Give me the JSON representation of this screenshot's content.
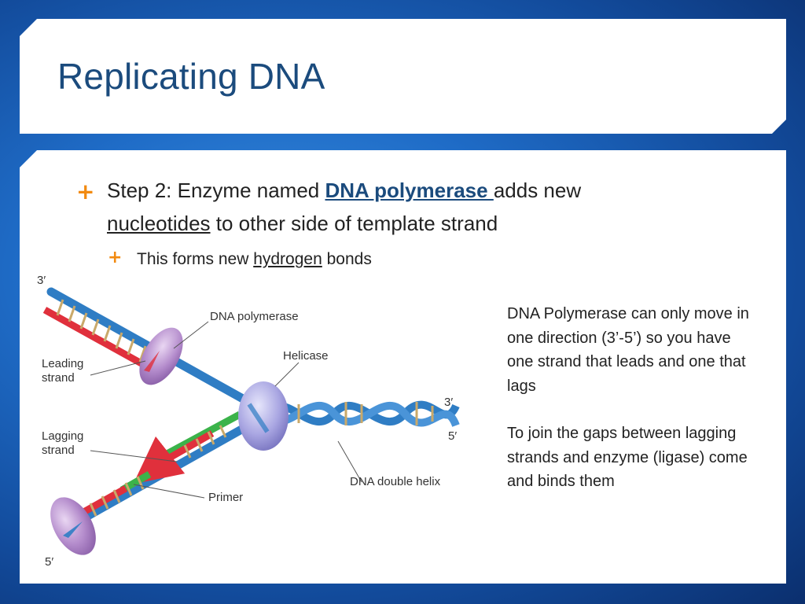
{
  "slide": {
    "title": "Replicating DNA",
    "bullet_symbol": "+",
    "step": {
      "prefix": "Step 2: Enzyme named ",
      "enzyme": "DNA polymerase ",
      "middle": "adds new",
      "term": "nucleotides",
      "suffix": " to other side of template strand"
    },
    "sub": {
      "prefix": "This forms new ",
      "term": "hydrogen",
      "suffix": " bonds"
    },
    "note": {
      "p1": "DNA Polymerase can only move in one direction (3’-5’) so you have one strand that leads and one that lags",
      "p2": "To join the gaps between lagging strands and enzyme (ligase) come and binds them"
    }
  },
  "diagram": {
    "labels": {
      "three_prime_top": "3′",
      "dna_polymerase": "DNA polymerase",
      "leading": "Leading",
      "strand": "strand",
      "helicase": "Helicase",
      "three_prime_right": "3′",
      "five_prime_right": "5′",
      "lagging": "Lagging",
      "primer": "Primer",
      "double_helix": "DNA double helix",
      "five_prime_bottom": "5′"
    },
    "colors": {
      "strand_blue": "#2f7dc4",
      "new_red": "#e0303c",
      "primer_green": "#3bb34a",
      "enzyme_purple": "#b48ccc",
      "helicase_lavender": "#a9a6e2"
    }
  }
}
